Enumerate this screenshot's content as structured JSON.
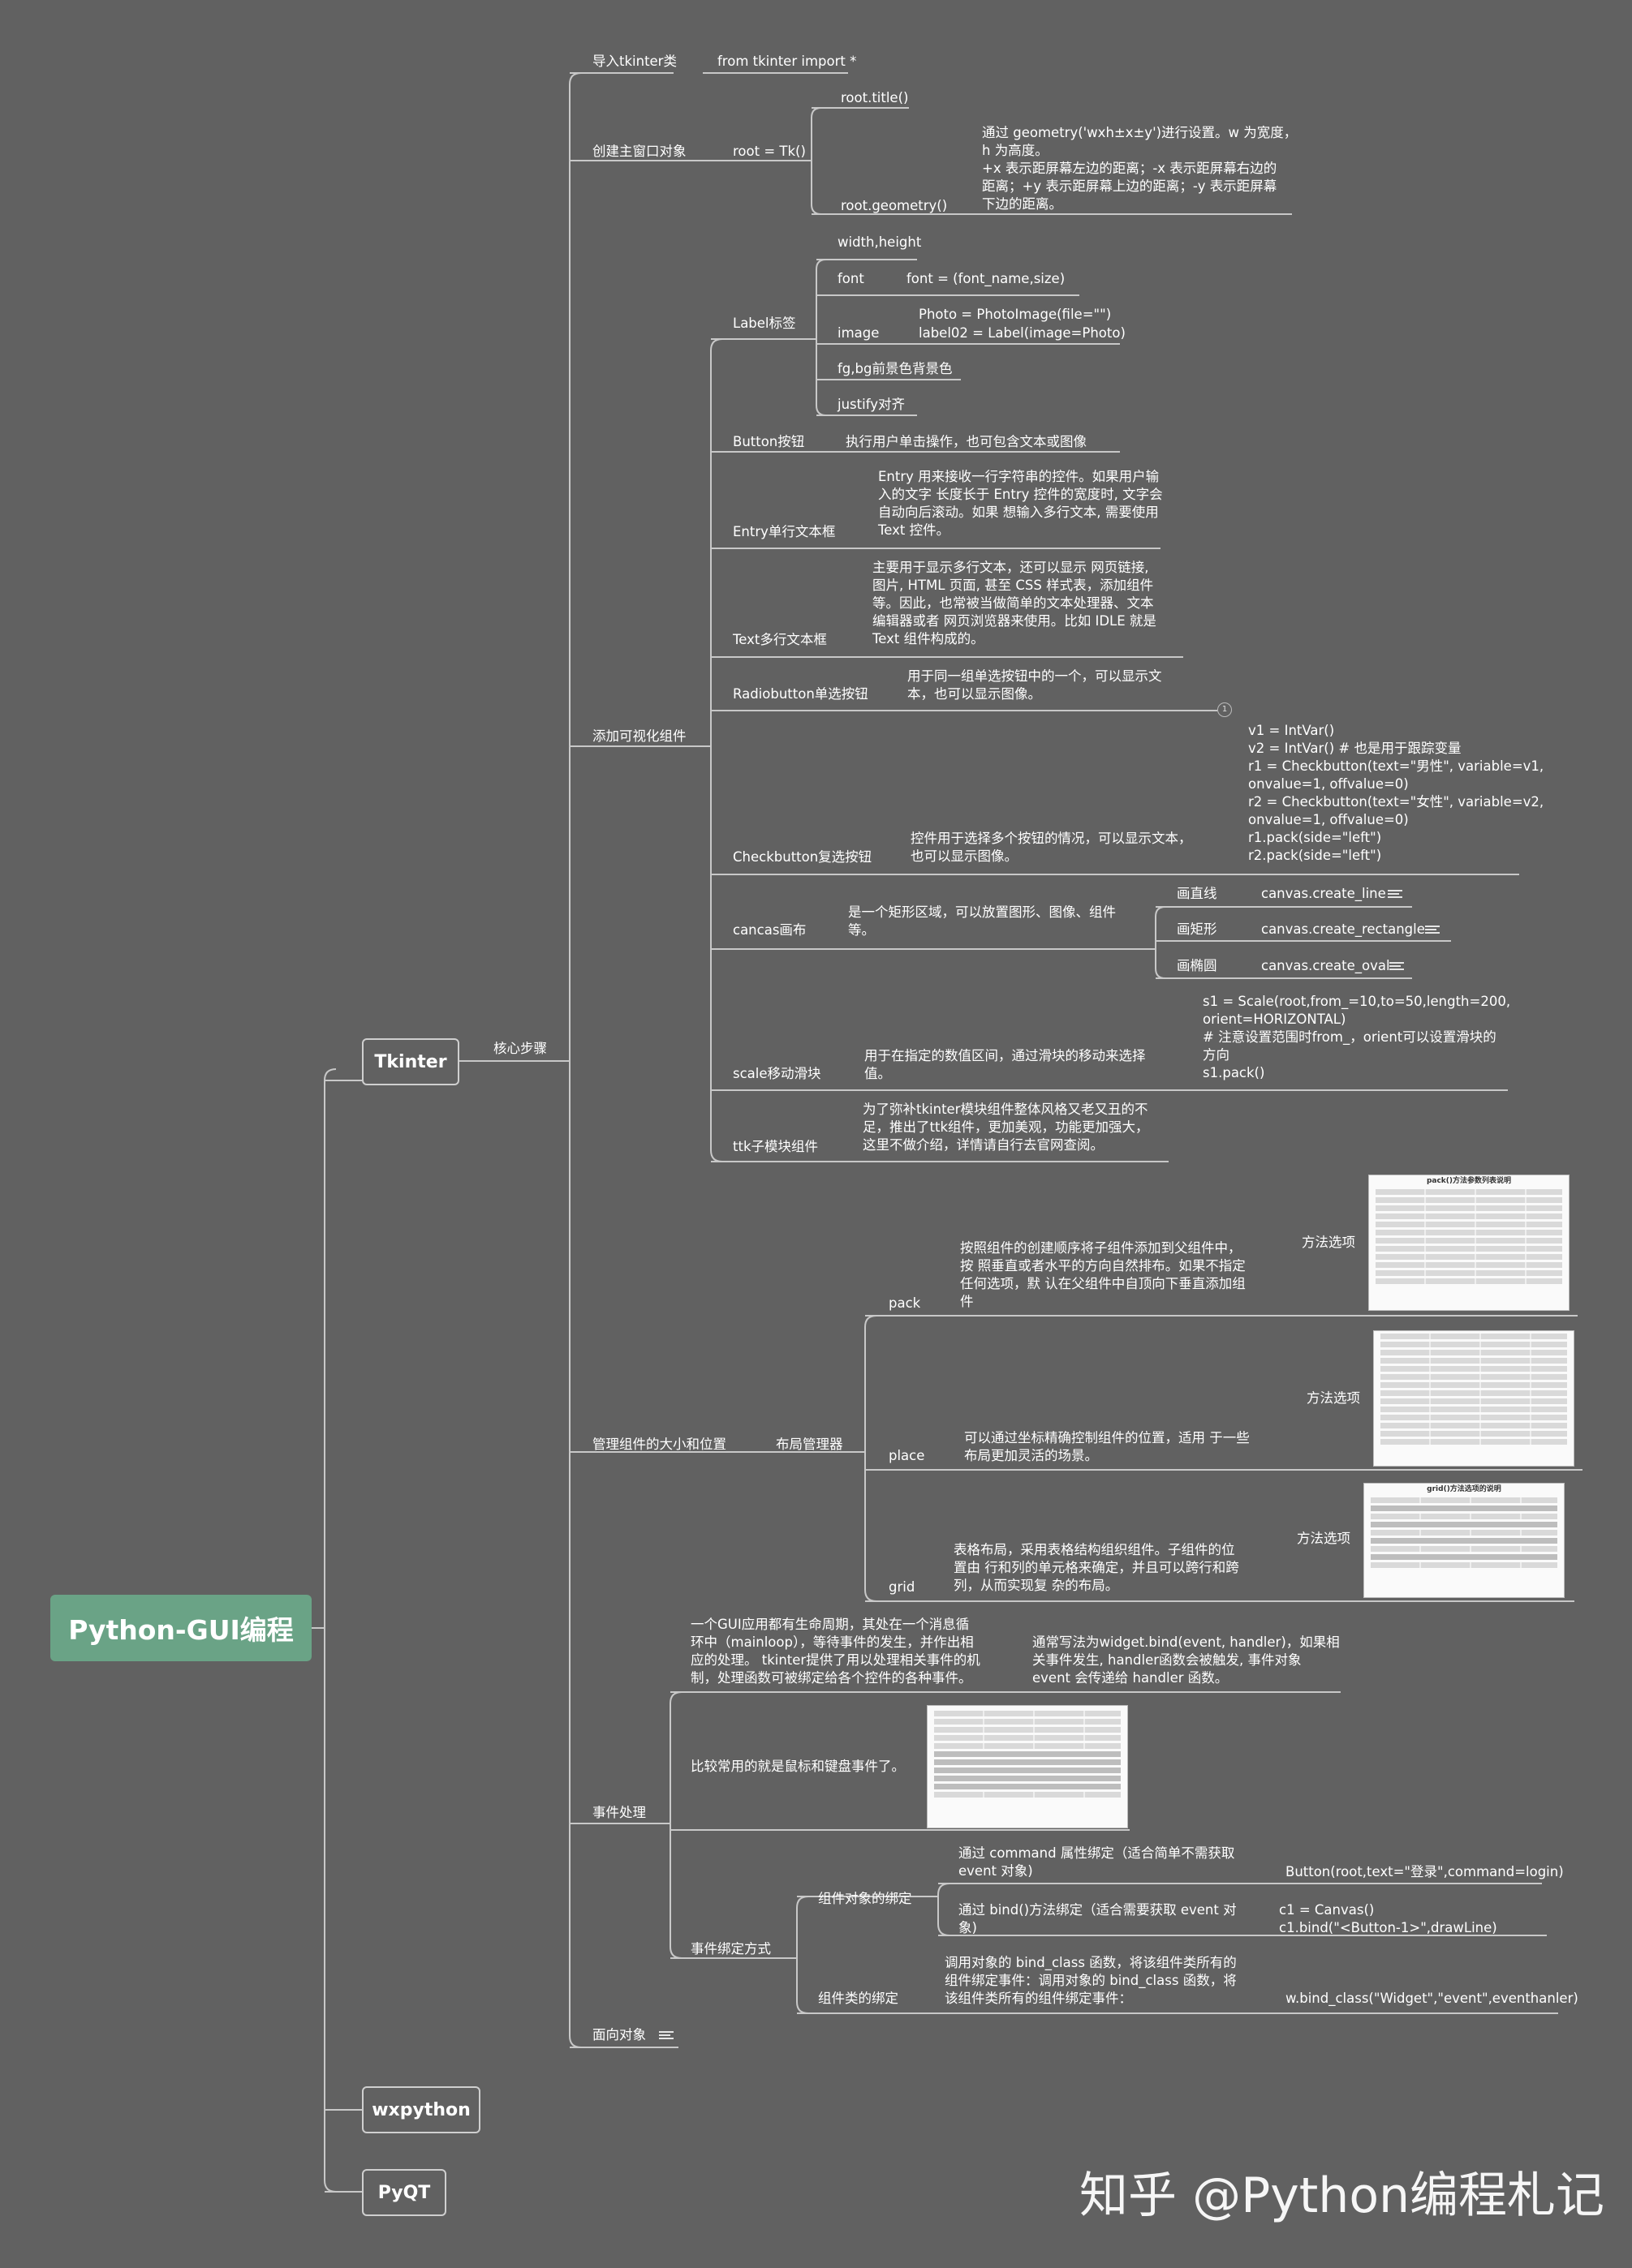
{
  "root": "Python-GUI编程",
  "branches": {
    "tkinter": "Tkinter",
    "wxpython": "wxpython",
    "pyqt": "PyQT"
  },
  "core_steps": "核心步骤",
  "import": {
    "label": "导入tkinter类",
    "code": "from tkinter import *"
  },
  "create_window": {
    "label": "创建主窗口对象",
    "tk": "root = Tk()",
    "title": "root.title()",
    "geometry": "root.geometry()",
    "geometry_desc": [
      "通过 geometry('wxh±x±y')进行设置。w 为宽度，",
      "h 为高度。",
      "+x 表示距屏幕左边的距离；-x 表示距屏幕右边的",
      "距离；+y 表示距屏幕上边的距离；-y 表示距屏幕",
      "下边的距离。"
    ]
  },
  "add_widgets": {
    "label": "添加可视化组件",
    "label_widget": {
      "name": "Label标签",
      "width_height": "width,height",
      "font": "font",
      "font_code": "font = (font_name,size)",
      "image": "image",
      "image_code": [
        "Photo = PhotoImage(file=\"\")",
        "label02 = Label(image=Photo)"
      ],
      "fgbg": "fg,bg前景色背景色",
      "justify": "justify对齐"
    },
    "button": {
      "name": "Button按钮",
      "desc": "执行用户单击操作，也可包含文本或图像"
    },
    "entry": {
      "name": "Entry单行文本框",
      "desc": [
        "Entry 用来接收一行字符串的控件。如果用户输",
        "入的文字 长度长于 Entry 控件的宽度时, 文字会",
        "自动向后滚动。如果 想输入多行文本, 需要使用",
        "Text 控件。"
      ]
    },
    "text": {
      "name": "Text多行文本框",
      "desc": [
        "主要用于显示多行文本，还可以显示 网页链接,",
        "图片, HTML 页面, 甚至 CSS 样式表，添加组件",
        "等。因此，也常被当做简单的文本处理器、文本",
        "编辑器或者 网页浏览器来使用。比如 IDLE 就是",
        "Text 组件构成的。"
      ]
    },
    "radiobutton": {
      "name": "Radiobutton单选按钮",
      "desc": [
        "用于同一组单选按钮中的一个，可以显示文",
        "本，也可以显示图像。"
      ],
      "badge": "1"
    },
    "checkbutton": {
      "name": "Checkbutton复选按钮",
      "desc": [
        "控件用于选择多个按钮的情况，可以显示文本，",
        "也可以显示图像。"
      ],
      "code": [
        "v1 = IntVar()",
        "v2 = IntVar()  # 也是用于跟踪变量",
        "r1 = Checkbutton(text=\"男性\", variable=v1,",
        "onvalue=1, offvalue=0)",
        "r2 = Checkbutton(text=\"女性\", variable=v2,",
        "onvalue=1, offvalue=0)",
        "r1.pack(side=\"left\")",
        "r2.pack(side=\"left\")"
      ]
    },
    "canvas": {
      "name": "cancas画布",
      "desc": [
        "是一个矩形区域，可以放置图形、图像、组件",
        "等。"
      ],
      "items": [
        {
          "label": "画直线",
          "code": "canvas.create_line"
        },
        {
          "label": "画矩形",
          "code": "canvas.create_rectangle"
        },
        {
          "label": "画椭圆",
          "code": "canvas.create_oval"
        }
      ]
    },
    "scale": {
      "name": "scale移动滑块",
      "desc": [
        "用于在指定的数值区间，通过滑块的移动来选择",
        "值。"
      ],
      "code": [
        "s1 = Scale(root,from_=10,to=50,length=200,",
        "orient=HORIZONTAL)",
        "# 注意设置范围时from_，orient可以设置滑块的",
        "方向",
        "s1.pack()"
      ]
    },
    "ttk": {
      "name": "ttk子模块组件",
      "desc": [
        "为了弥补tkinter模块组件整体风格又老又丑的不",
        "足，推出了ttk组件，更加美观，功能更加强大，",
        "这里不做介绍，详情请自行去官网查阅。"
      ]
    }
  },
  "layout": {
    "label": "管理组件的大小和位置",
    "manager": "布局管理器",
    "method_options": "方法选项",
    "pack": {
      "name": "pack",
      "desc": [
        "按照组件的创建顺序将子组件添加到父组件中，",
        "按 照垂直或者水平的方向自然排布。如果不指定",
        "任何选项，默 认在父组件中自顶向下垂直添加组",
        "件"
      ],
      "thumb_title": "pack()方法参数列表说明"
    },
    "place": {
      "name": "place",
      "desc": [
        "可以通过坐标精确控制组件的位置，适用 于一些",
        "布局更加灵活的场景。"
      ]
    },
    "grid": {
      "name": "grid",
      "desc": [
        "表格布局，采用表格结构组织组件。子组件的位",
        "置由 行和列的单元格来确定，并且可以跨行和跨",
        "列，从而实现复 杂的布局。"
      ],
      "thumb_title": "grid()方法选项的说明"
    }
  },
  "events": {
    "label": "事件处理",
    "loop_desc": [
      "一个GUI应用都有生命周期，其处在一个消息循",
      "环中（mainloop），等待事件的发生，并作出相",
      "应的处理。 tkinter提供了用以处理相关事件的机",
      "制，处理函数可被绑定给各个控件的各种事件。"
    ],
    "bind_desc": [
      "通常写法为widget.bind(event, handler)，如果相",
      "关事件发生, handler函数会被触发, 事件对象",
      "event 会传递给 handler 函数。"
    ],
    "common": "比较常用的就是鼠标和键盘事件了。",
    "binding": {
      "label": "事件绑定方式",
      "obj": "组件对象的绑定",
      "cmd_desc": [
        "通过 command 属性绑定（适合简单不需获取",
        "event 对象)"
      ],
      "cmd_code": "Button(root,text=\"登录\",command=login)",
      "bind_m_desc": [
        "通过 bind()方法绑定（适合需要获取 event 对",
        "象)"
      ],
      "bind_m_code": [
        "c1 = Canvas()",
        "c1.bind(\"<Button-1>\",drawLine)"
      ],
      "cls": "组件类的绑定",
      "cls_desc": [
        "调用对象的 bind_class 函数，将该组件类所有的",
        "组件绑定事件：调用对象的 bind_class 函数，将",
        "该组件类所有的组件绑定事件："
      ],
      "cls_code": "w.bind_class(\"Widget\",\"event\",eventhanler)"
    }
  },
  "oop": "面向对象",
  "watermark": "知乎 @Python编程札记",
  "colors": {
    "background": "#616161",
    "root": "#6aa386",
    "line": "#c8c8c8"
  }
}
